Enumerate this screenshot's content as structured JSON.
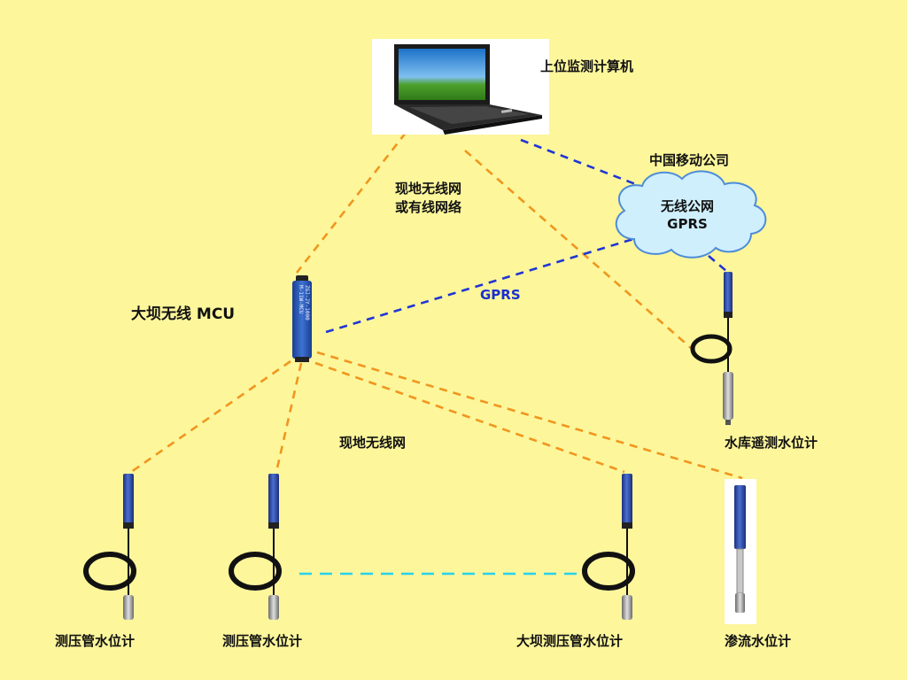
{
  "labels": {
    "computer": "上位监测计算机",
    "mobile_company": "中国移动公司",
    "onsite_or_wired": [
      "现地无线网",
      "或有线网络"
    ],
    "cloud": [
      "无线公网",
      "GPRS"
    ],
    "gprs_link": "GPRS",
    "dam_mcu": "大坝无线 MCU",
    "onsite_wireless": "现地无线网",
    "reservoir_gauge": "水库遥测水位计",
    "piezometer_1": "测压管水位计",
    "piezometer_2": "测压管水位计",
    "dam_piezometer": "大坝测压管水位计",
    "seepage_gauge": "渗流水位计",
    "mcu_device_text": [
      "M-11W-MCU",
      "ZGJ-JY-1000"
    ]
  },
  "colors": {
    "background": "#fdf69b",
    "wireless_link": "#f0961e",
    "gprs_link": "#1f35d6",
    "relay_link": "#26d2ec",
    "sensor_body": "#2f4fb0",
    "cable": "#111111"
  },
  "icons": {
    "computer": "laptop-icon",
    "cloud": "cloud-icon",
    "mcu": "mcu-device-icon",
    "sensor": "water-level-sensor-icon"
  }
}
